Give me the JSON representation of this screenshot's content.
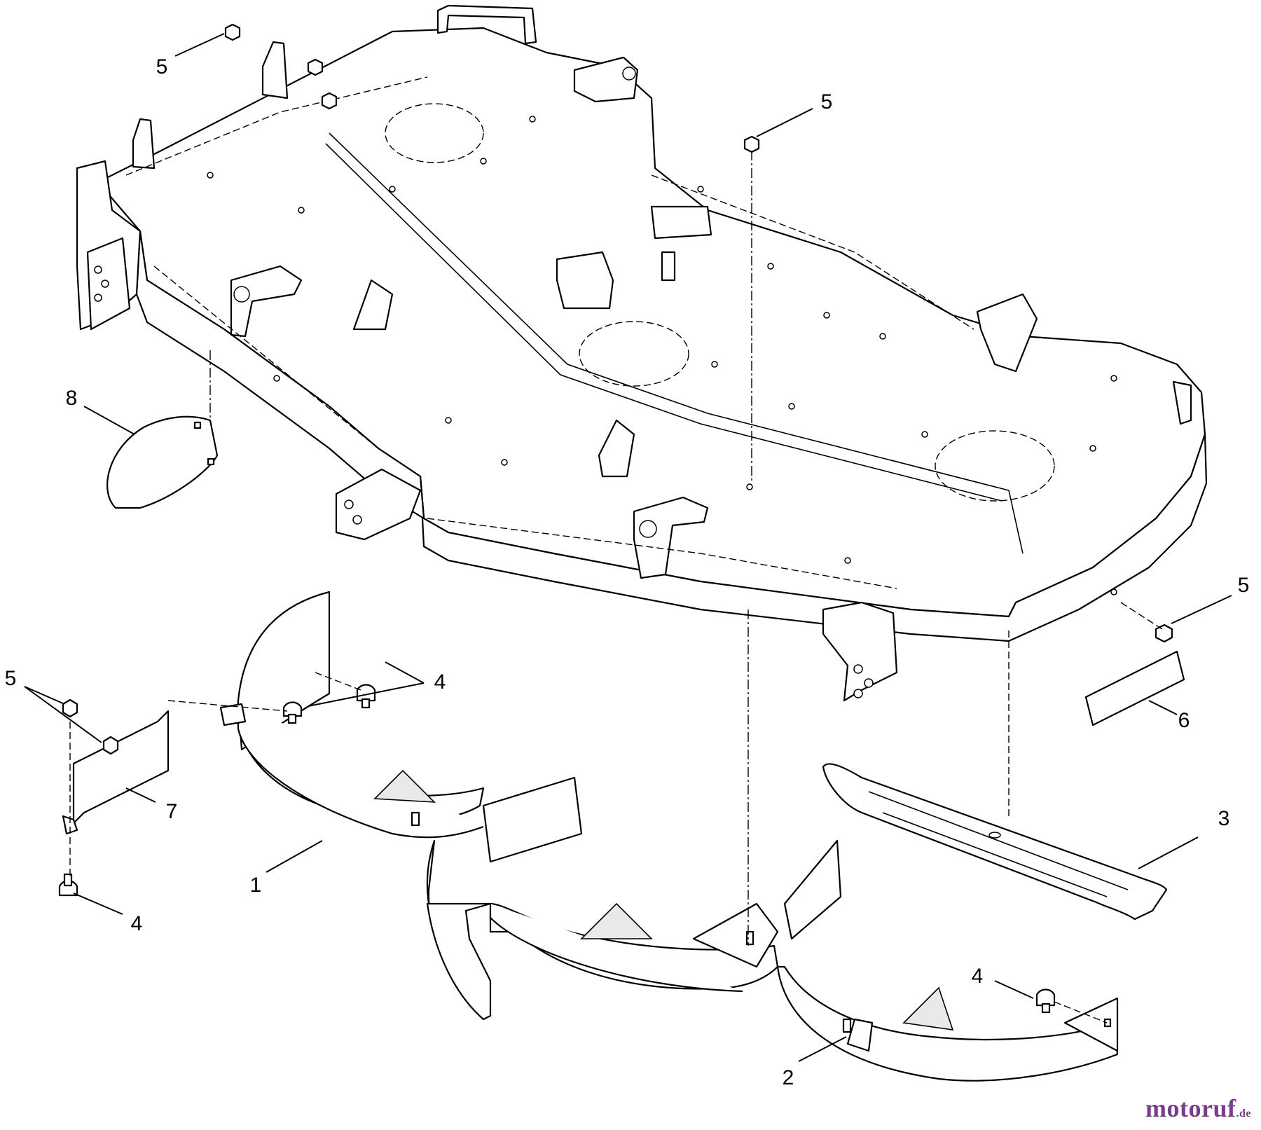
{
  "callouts": [
    {
      "id": "c1",
      "label": "1"
    },
    {
      "id": "c2",
      "label": "2"
    },
    {
      "id": "c3",
      "label": "3"
    },
    {
      "id": "c4a",
      "label": "4"
    },
    {
      "id": "c4b",
      "label": "4"
    },
    {
      "id": "c4c",
      "label": "4"
    },
    {
      "id": "c5a",
      "label": "5"
    },
    {
      "id": "c5b",
      "label": "5"
    },
    {
      "id": "c5c",
      "label": "5"
    },
    {
      "id": "c5d",
      "label": "5"
    },
    {
      "id": "c6",
      "label": "6"
    },
    {
      "id": "c7",
      "label": "7"
    },
    {
      "id": "c8",
      "label": "8"
    }
  ],
  "watermark": {
    "name": "motoruf",
    "domain": ".de"
  }
}
